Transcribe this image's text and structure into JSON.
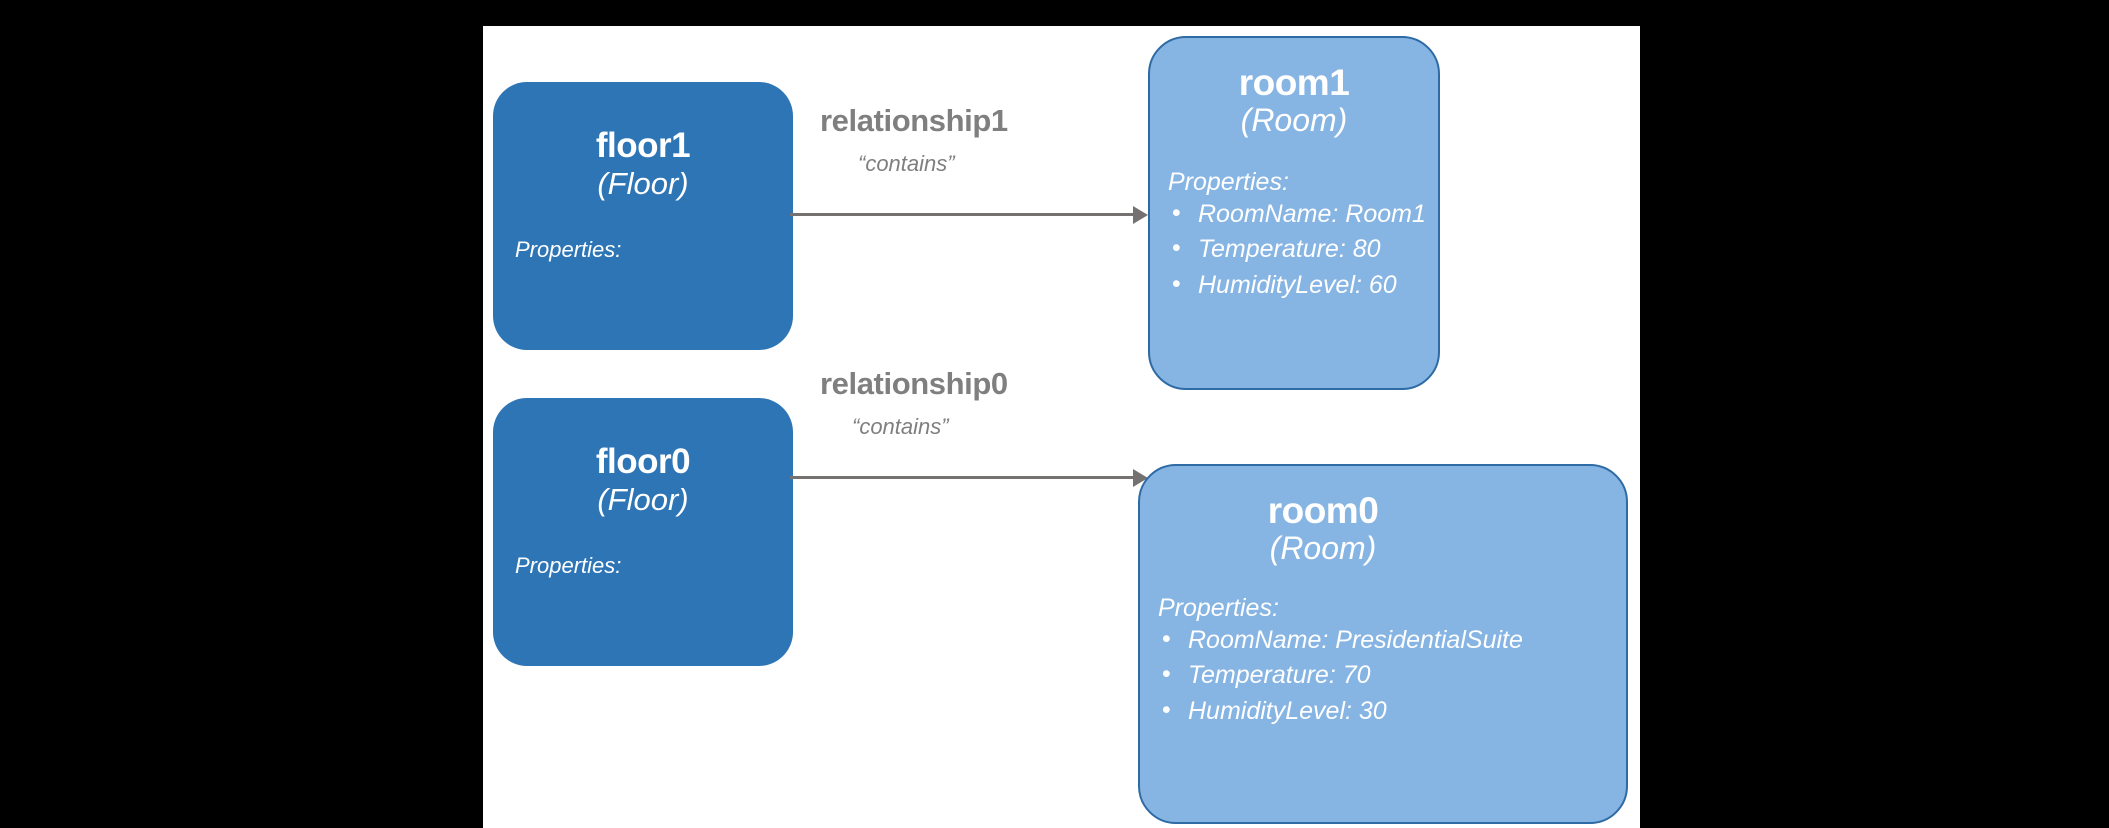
{
  "canvas": {
    "background": "#ffffff",
    "frame_background": "#000000"
  },
  "colors": {
    "floor_fill": "#2E75B6",
    "room_fill": "#86B4E3",
    "room_border": "#2E6BA5",
    "edge_gray": "#767171",
    "label_gray": "#7F7F7F",
    "node_text": "#ffffff"
  },
  "nodes": {
    "floor1": {
      "title": "floor1",
      "type": "(Floor)",
      "properties_label": "Properties:",
      "properties": []
    },
    "floor0": {
      "title": "floor0",
      "type": "(Floor)",
      "properties_label": "Properties:",
      "properties": []
    },
    "room1": {
      "title": "room1",
      "type": "(Room)",
      "properties_label": "Properties:",
      "properties": [
        "RoomName: Room1",
        "Temperature: 80",
        "HumidityLevel: 60"
      ]
    },
    "room0": {
      "title": "room0",
      "type": "(Room)",
      "properties_label": "Properties:",
      "properties": [
        "RoomName: PresidentialSuite",
        "Temperature: 70",
        "HumidityLevel: 30"
      ]
    }
  },
  "edges": {
    "relationship1": {
      "name": "relationship1",
      "phrase": "“contains”",
      "source": "floor1",
      "target": "room1"
    },
    "relationship0": {
      "name": "relationship0",
      "phrase": "“contains”",
      "source": "floor0",
      "target": "room0"
    }
  },
  "bullet": "•"
}
